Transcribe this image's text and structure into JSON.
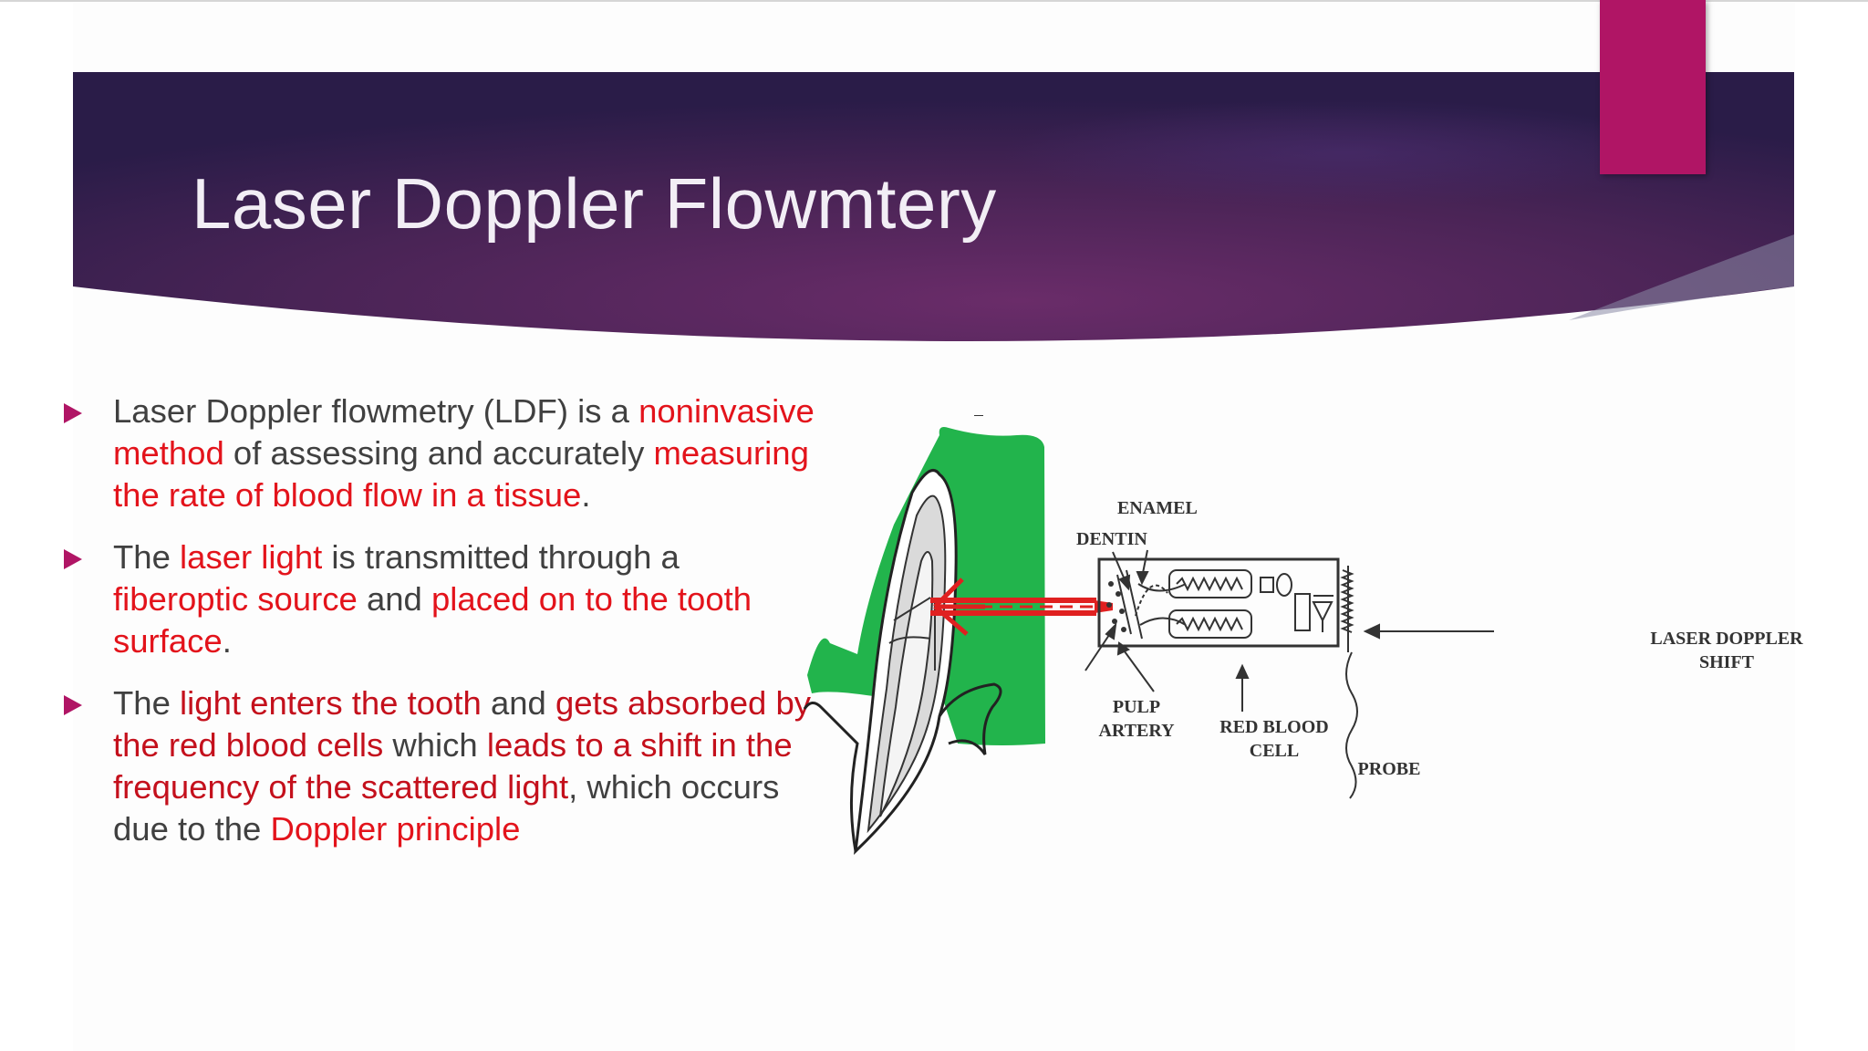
{
  "slide": {
    "title": "Laser Doppler Flowmtery",
    "colors": {
      "banner_dark": "#2a1c48",
      "banner_mid": "#6a2c69",
      "accent_tab": "#b01565",
      "bullet_marker": "#b01565",
      "body_text": "#404040",
      "highlight_red": "#e3131b",
      "diagram_gum": "#22b44c",
      "diagram_laser": "#e02020"
    }
  },
  "bullets": [
    {
      "parts": [
        {
          "text": "Laser Doppler flowmetry (LDF) is a "
        },
        {
          "text": "noninvasive method",
          "style": "red"
        },
        {
          "text": " of assessing and accurately "
        },
        {
          "text": "measuring the rate of blood flow in a tissue",
          "style": "red"
        },
        {
          "text": "."
        }
      ]
    },
    {
      "parts": [
        {
          "text": "The "
        },
        {
          "text": "laser light",
          "style": "red"
        },
        {
          "text": " is transmitted through a "
        },
        {
          "text": "fiberoptic source",
          "style": "red"
        },
        {
          "text": " and "
        },
        {
          "text": "placed on to the tooth surface",
          "style": "red"
        },
        {
          "text": "."
        }
      ]
    },
    {
      "parts": [
        {
          "text": "The "
        },
        {
          "text": "light enters the tooth",
          "style": "dred"
        },
        {
          "text": " and "
        },
        {
          "text": "gets absorbed by the red blood cells",
          "style": "dred"
        },
        {
          "text": " which "
        },
        {
          "text": "leads to a shift in the frequency of the scattered light",
          "style": "dred"
        },
        {
          "text": ", which occurs due to the "
        },
        {
          "text": "Doppler principle",
          "style": "red"
        }
      ]
    }
  ],
  "diagram": {
    "labels": {
      "enamel": "ENAMEL",
      "dentin": "DENTIN",
      "pulp": "PULP",
      "artery": "ARTERY",
      "red_blood": "RED BLOOD",
      "cell": "CELL",
      "probe": "PROBE",
      "laser_doppler": "LASER DOPPLER",
      "shift": "SHIFT"
    }
  }
}
